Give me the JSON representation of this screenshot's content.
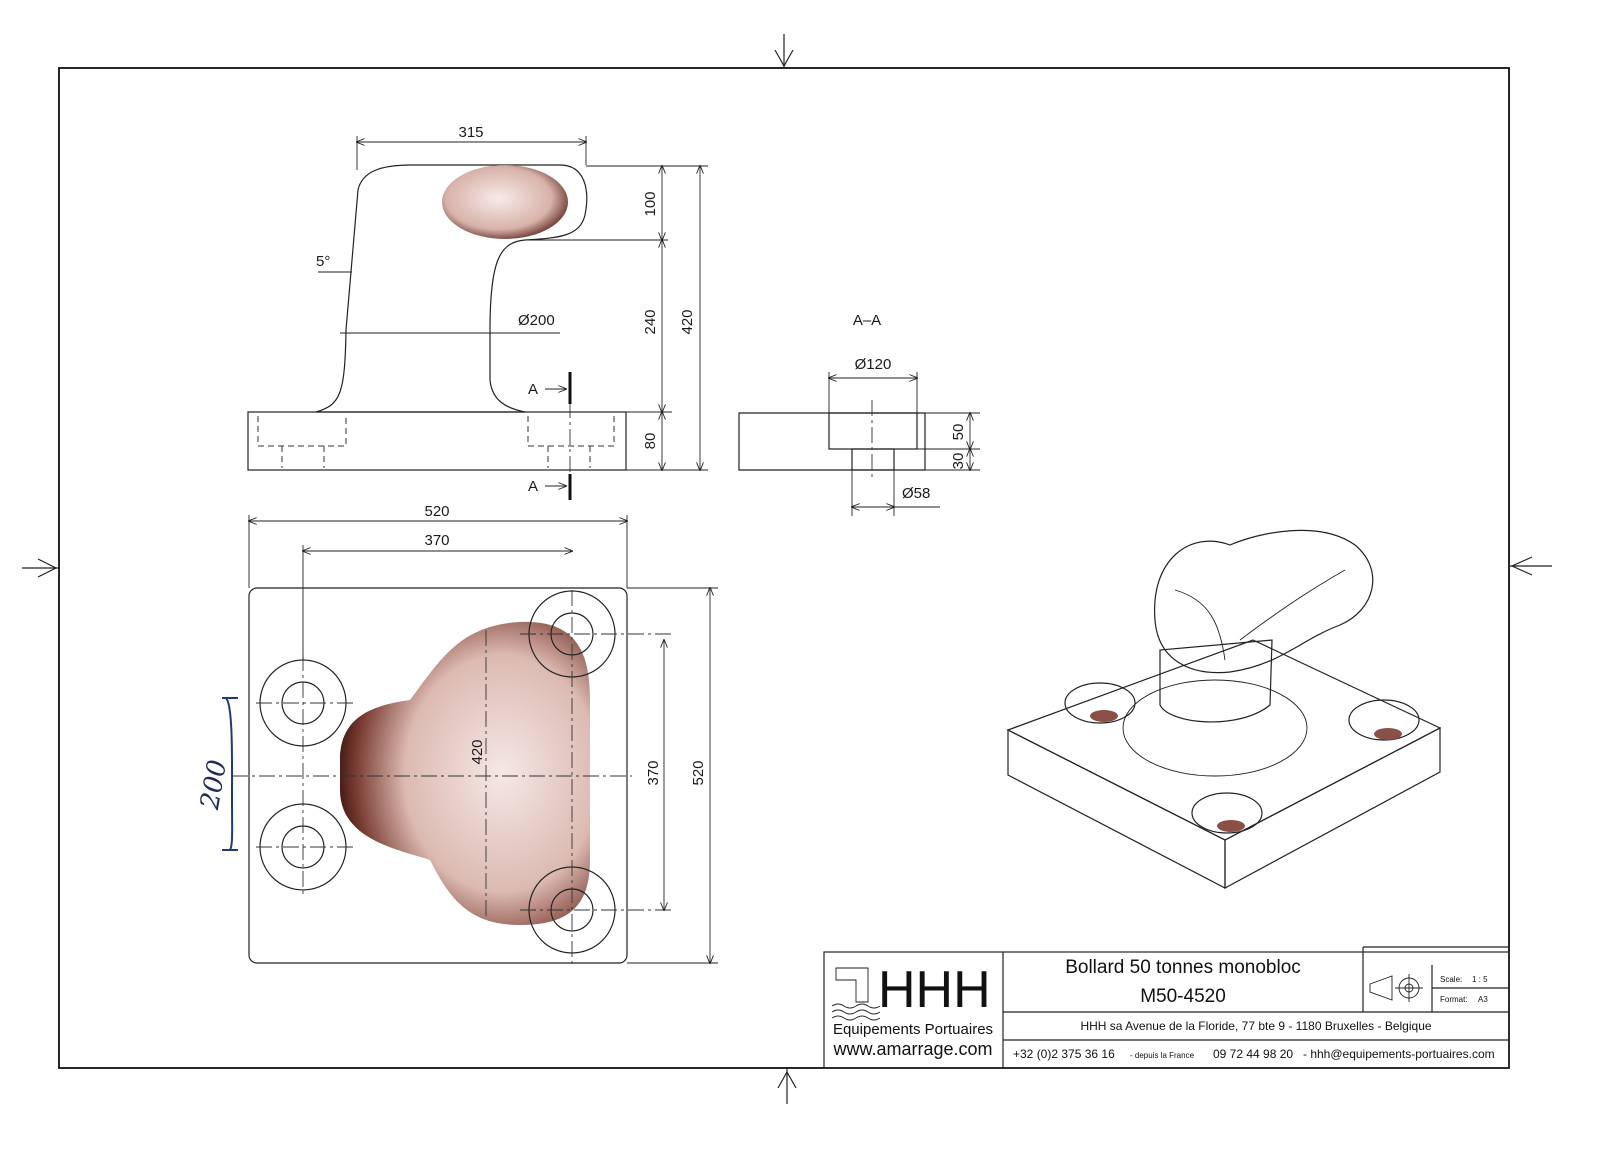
{
  "dimensions": {
    "side_width": "315",
    "side_head": "100",
    "side_column": "240",
    "side_total": "420",
    "side_base": "80",
    "angle": "5°",
    "diameter_column": "Ø200",
    "section_marker_top": "A",
    "section_marker_bottom": "A",
    "section_title": "A–A",
    "section_top_dia": "Ø120",
    "section_depth_top": "50",
    "section_depth_bottom": "30",
    "section_bottom_dia": "Ø58",
    "plan_width_outer": "520",
    "plan_width_inner": "370",
    "plan_head_length": "420",
    "plan_height_inner": "370",
    "plan_height_outer": "520",
    "handwritten_note": "200"
  },
  "title_block": {
    "logo_text": "HHH",
    "company": "Equipements Portuaires",
    "website": "www.amarrage.com",
    "title_line1": "Bollard 50 tonnes monobloc",
    "title_line2": "M50-4520",
    "address": "HHH sa Avenue de la Floride, 77 bte 9 - 1180 Bruxelles - Belgique",
    "phone": "+32 (0)2 375 36 16",
    "phone_note": "- depuis la France",
    "phone_fr": "09 72 44 98 20",
    "email": "- hhh@equipements-portuaires.com",
    "scale_label": "Scale:",
    "scale_value": "1 : 5",
    "format_label": "Format:",
    "format_value": "A3"
  },
  "colors": {
    "solid_light": "#f4e6e2",
    "solid_mid": "#c99a90",
    "solid_dark": "#5a2a24",
    "line": "#222222"
  }
}
